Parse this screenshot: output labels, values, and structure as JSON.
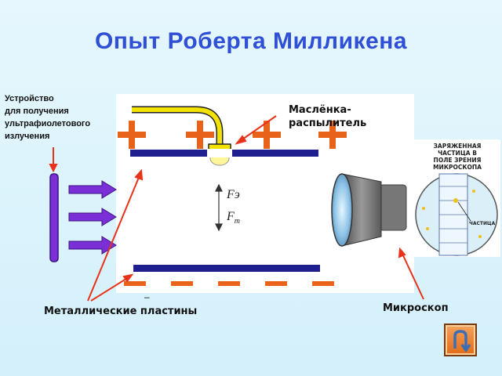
{
  "title": "Опыт  Роберта Милликена",
  "labels": {
    "uv_device": [
      "Устройство",
      "для получения",
      "ультрафиолетового",
      "излучения"
    ],
    "oiler": [
      "Маслёнка-",
      "распылитель"
    ],
    "plates": "Металлические пластины",
    "microscope": "Микроскоп",
    "minus_mark": "–"
  },
  "forces": {
    "electric": "Fэ",
    "gravity": "F",
    "gravity_sub": "т"
  },
  "microscope_view": {
    "title": [
      "ЗАРЯЖЕННАЯ",
      "ЧАСТИЦА В",
      "ПОЛЕ ЗРЕНИЯ",
      "МИКРОСКОПА"
    ],
    "particle_label": "ЧАСТИЦА"
  },
  "colors": {
    "title": "#2f4fd6",
    "plate": "#1f1f8f",
    "plus": "#e8621a",
    "minus": "#e8621a",
    "uv_arrow": "#7b2fd6",
    "pointer": "#e8321a",
    "oil_tube": "#f2e200"
  },
  "icons": {
    "back_button": "return-arrow-icon"
  }
}
